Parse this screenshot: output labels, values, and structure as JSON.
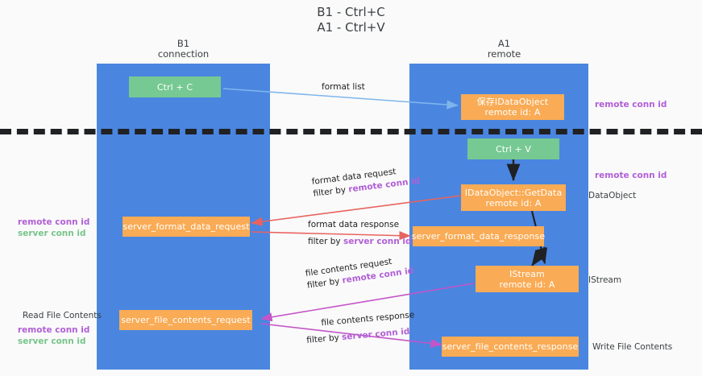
{
  "title": "B1 - Ctrl+C\nA1 - Ctrl+V",
  "lanes": [
    {
      "header": "B1\nconnection",
      "name": "B1",
      "role": "connection"
    },
    {
      "header": "A1\nremote",
      "name": "A1",
      "role": "remote"
    }
  ],
  "nodes": {
    "ctrl_c": "Ctrl + C",
    "ctrl_v": "Ctrl + V",
    "data_object_remote": "保存IDataObject\nremote id: A",
    "get_data": "IDataObject::GetData\nremote id: A",
    "istream": "IStream\nremote id: A",
    "server_format_data_request": "server_format_data_request",
    "server_format_data_response": "server_format_data_response",
    "server_file_contents_request": "server_file_contents_request",
    "server_file_contents_response": "server_file_contents_response"
  },
  "edges": [
    {
      "name": "format-list",
      "line1": "format list",
      "line2": "",
      "filter_word": ""
    },
    {
      "name": "format-data-request",
      "line1": "format data request",
      "line2": "filter by ",
      "filter_word": "remote conn id"
    },
    {
      "name": "format-data-response",
      "line1": "format data response",
      "line2": "filter by ",
      "filter_word": "server conn id"
    },
    {
      "name": "file-contents-request",
      "line1": "file contents request",
      "line2": "filter by ",
      "filter_word": "remote conn id"
    },
    {
      "name": "file-contents-response",
      "line1": "file contents response",
      "line2": "filter by ",
      "filter_word": "server conn id"
    }
  ],
  "annotations": {
    "right_remote_conn_top": "remote conn id",
    "right_remote_conn_mid": "remote conn id",
    "right_data_object": "DataObject",
    "right_istream": "IStream",
    "right_write_file_contents": "Write File Contents",
    "left_remote_conn": "remote conn id",
    "left_server_conn": "server conn id",
    "left_read_file_contents": "Read File Contents",
    "left_remote_conn_2": "remote conn id",
    "left_server_conn_2": "server conn id"
  },
  "colors": {
    "lane": "#4a86e0",
    "node_green": "#76c992",
    "node_orange": "#f9ab55",
    "remote_conn": "#b05fd6",
    "server_conn": "#77c48a",
    "arrow_blue": "#7eb6ec",
    "arrow_red": "#e8635f",
    "arrow_magenta": "#c355c8",
    "arrow_black": "#202124",
    "divider": "#202124",
    "background": "#fafafa"
  }
}
